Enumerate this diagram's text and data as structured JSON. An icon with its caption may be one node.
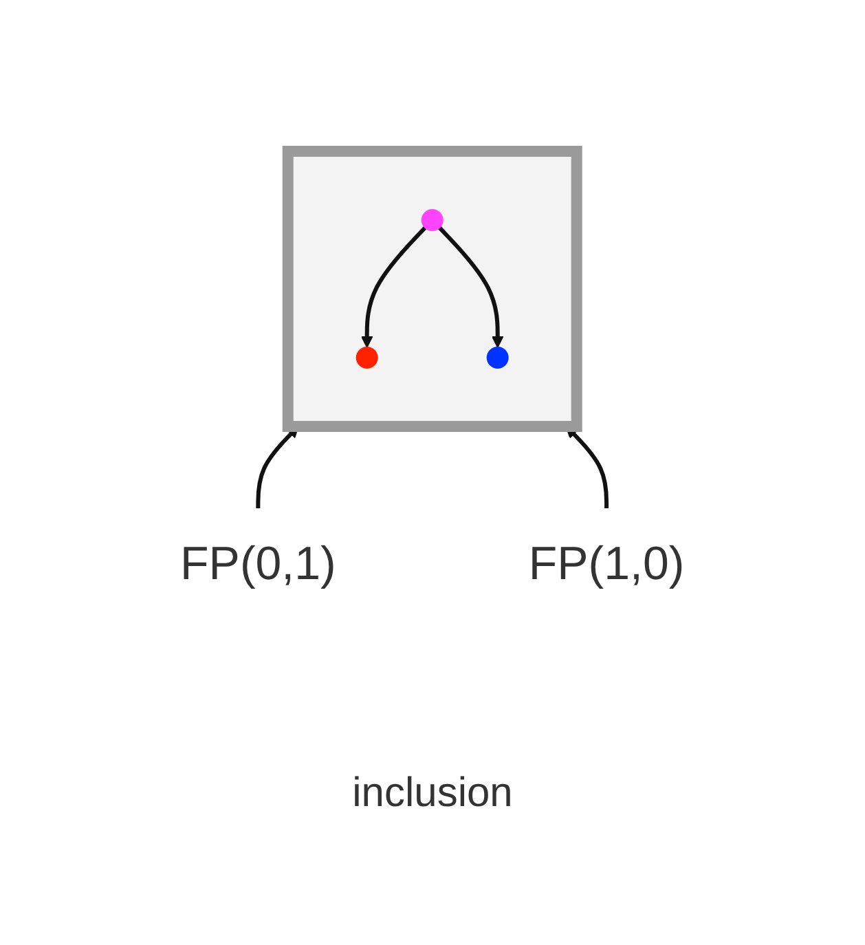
{
  "diagram": {
    "nodes": [
      {
        "text": [],
        "shape": "box"
      },
      {
        "text": [],
        "shape": "circle",
        "in": 0
      },
      {
        "text": [],
        "shape": "circle",
        "in": 0
      },
      {
        "text": [],
        "shape": "circle",
        "in": 0
      },
      {
        "text": [
          "FP(0,1)"
        ]
      },
      {
        "text": [
          "FP(1,0)"
        ]
      }
    ],
    "edges": [
      {
        "from": 1,
        "to": 2,
        "arrow": "to"
      },
      {
        "from": 1,
        "to": 3,
        "arrow": "to"
      },
      {
        "from": 4,
        "to": 0,
        "arrow": "to"
      },
      {
        "from": 5,
        "to": 0,
        "arrow": "to"
      }
    ],
    "labels": [
      "inclusion"
    ]
  }
}
